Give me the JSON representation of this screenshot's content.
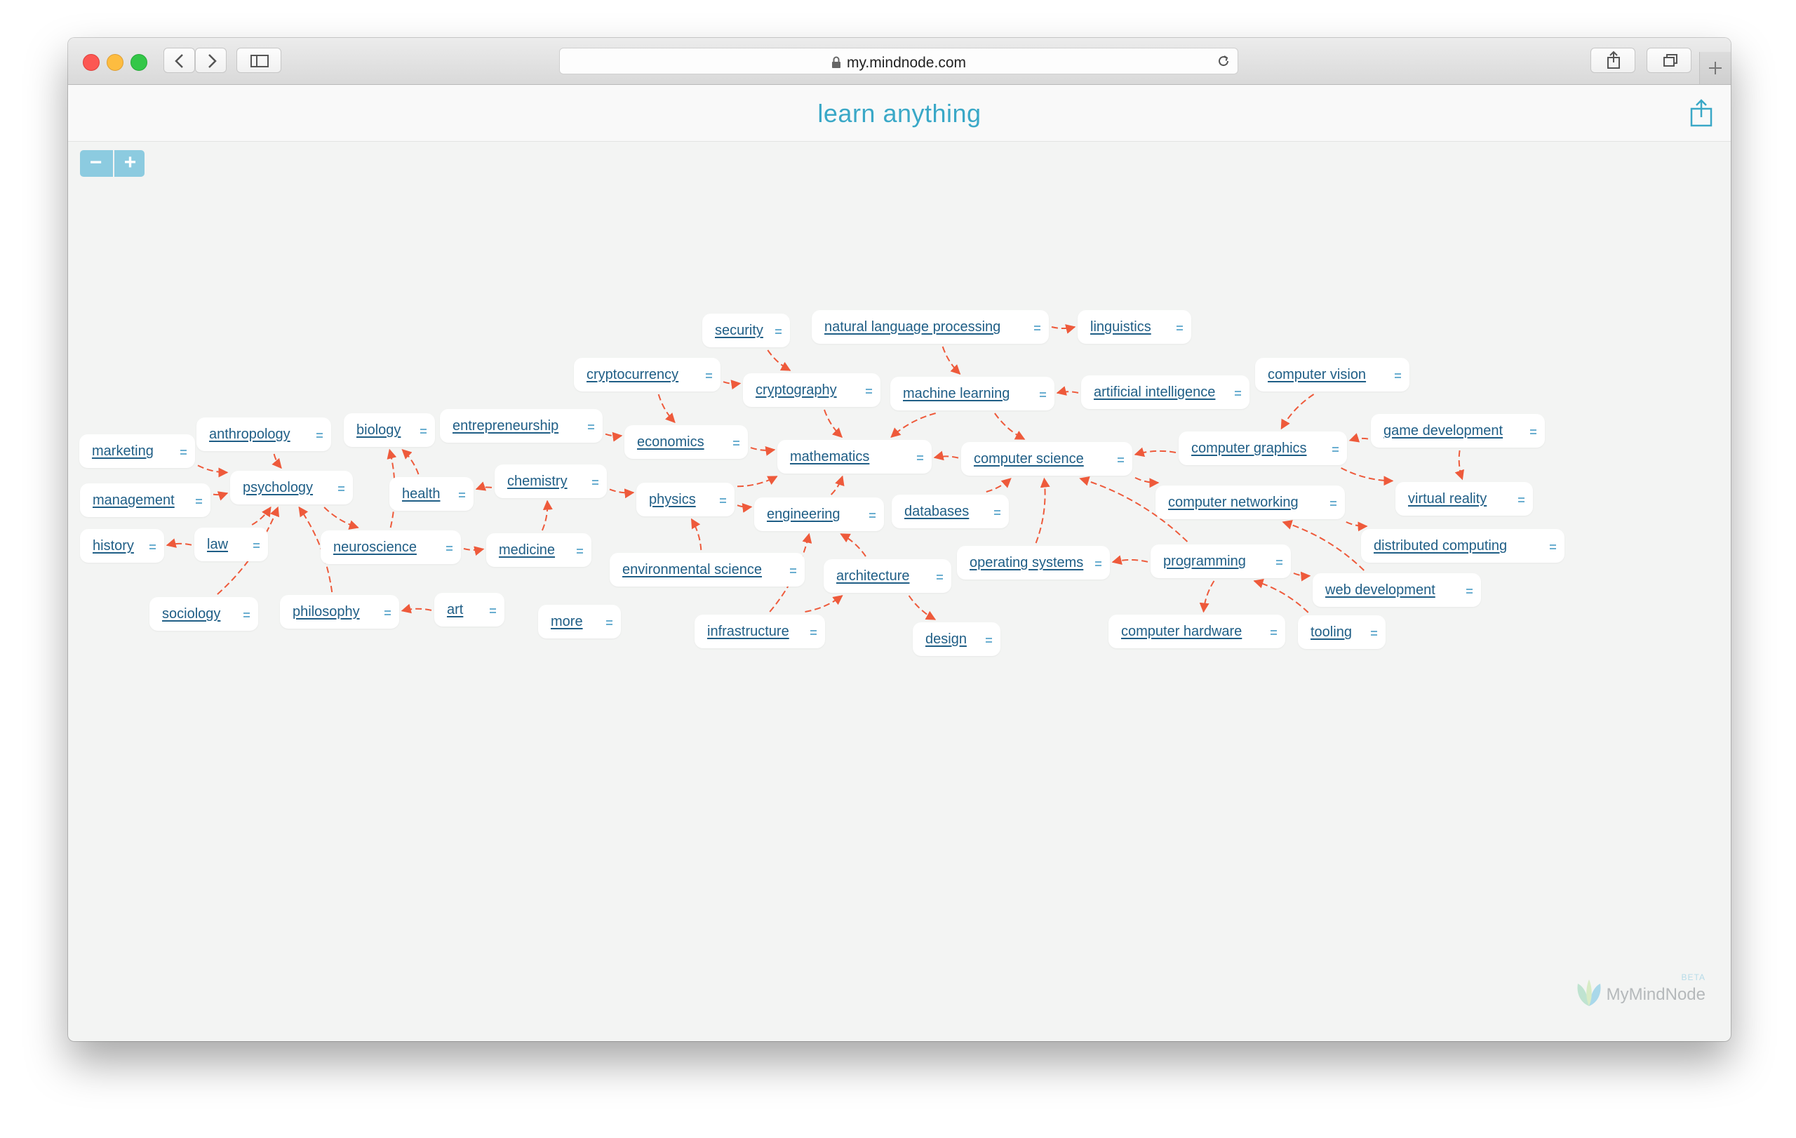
{
  "browser": {
    "url": "my.mindnode.com",
    "icons": [
      "back-icon",
      "forward-icon",
      "sidebar-icon",
      "lock-icon",
      "reload-icon",
      "share-icon",
      "tabs-icon",
      "add-tab-icon"
    ]
  },
  "app": {
    "title": "learn anything",
    "zoom_out_label": "−",
    "zoom_in_label": "+",
    "logo_text": "MyMindNode",
    "logo_badge": "BETA"
  },
  "colors": {
    "accent": "#3aa8c7",
    "edge": "#ee5a3b",
    "node_text": "#1f5e86",
    "canvas": "#f3f4f3"
  },
  "nodes": [
    {
      "id": "security",
      "label": "security"
    },
    {
      "id": "nlp",
      "label": "natural language processing"
    },
    {
      "id": "linguistics",
      "label": "linguistics"
    },
    {
      "id": "cryptocurrency",
      "label": "cryptocurrency"
    },
    {
      "id": "cryptography",
      "label": "cryptography"
    },
    {
      "id": "machine_learning",
      "label": "machine learning"
    },
    {
      "id": "artificial_intelligence",
      "label": "artificial intelligence"
    },
    {
      "id": "computer_vision",
      "label": "computer vision"
    },
    {
      "id": "anthropology",
      "label": "anthropology"
    },
    {
      "id": "biology",
      "label": "biology"
    },
    {
      "id": "entrepreneurship",
      "label": "entrepreneurship"
    },
    {
      "id": "economics",
      "label": "economics"
    },
    {
      "id": "mathematics",
      "label": "mathematics"
    },
    {
      "id": "computer_science",
      "label": "computer science"
    },
    {
      "id": "computer_graphics",
      "label": "computer graphics"
    },
    {
      "id": "game_development",
      "label": "game development"
    },
    {
      "id": "marketing",
      "label": "marketing"
    },
    {
      "id": "psychology",
      "label": "psychology"
    },
    {
      "id": "health",
      "label": "health"
    },
    {
      "id": "chemistry",
      "label": "chemistry"
    },
    {
      "id": "physics",
      "label": "physics"
    },
    {
      "id": "engineering",
      "label": "engineering"
    },
    {
      "id": "databases",
      "label": "databases"
    },
    {
      "id": "computer_networking",
      "label": "computer networking"
    },
    {
      "id": "virtual_reality",
      "label": "virtual reality"
    },
    {
      "id": "management",
      "label": "management"
    },
    {
      "id": "history",
      "label": "history"
    },
    {
      "id": "law",
      "label": "law"
    },
    {
      "id": "neuroscience",
      "label": "neuroscience"
    },
    {
      "id": "medicine",
      "label": "medicine"
    },
    {
      "id": "environmental_science",
      "label": "environmental science"
    },
    {
      "id": "architecture",
      "label": "architecture"
    },
    {
      "id": "operating_systems",
      "label": "operating systems"
    },
    {
      "id": "programming",
      "label": "programming"
    },
    {
      "id": "distributed_computing",
      "label": "distributed computing"
    },
    {
      "id": "web_development",
      "label": "web development"
    },
    {
      "id": "sociology",
      "label": "sociology"
    },
    {
      "id": "philosophy",
      "label": "philosophy"
    },
    {
      "id": "art",
      "label": "art"
    },
    {
      "id": "more",
      "label": "more"
    },
    {
      "id": "infrastructure",
      "label": "infrastructure"
    },
    {
      "id": "design",
      "label": "design"
    },
    {
      "id": "computer_hardware",
      "label": "computer hardware"
    },
    {
      "id": "tooling",
      "label": "tooling"
    }
  ],
  "edges": [
    [
      "security",
      "cryptography"
    ],
    [
      "nlp",
      "linguistics"
    ],
    [
      "nlp",
      "machine_learning"
    ],
    [
      "cryptocurrency",
      "cryptography"
    ],
    [
      "cryptocurrency",
      "economics"
    ],
    [
      "cryptography",
      "mathematics"
    ],
    [
      "machine_learning",
      "mathematics"
    ],
    [
      "machine_learning",
      "computer_science"
    ],
    [
      "artificial_intelligence",
      "machine_learning"
    ],
    [
      "computer_vision",
      "computer_graphics"
    ],
    [
      "entrepreneurship",
      "economics"
    ],
    [
      "economics",
      "mathematics"
    ],
    [
      "computer_science",
      "mathematics"
    ],
    [
      "computer_graphics",
      "computer_science"
    ],
    [
      "game_development",
      "computer_graphics"
    ],
    [
      "game_development",
      "virtual_reality"
    ],
    [
      "computer_graphics",
      "virtual_reality"
    ],
    [
      "computer_science",
      "computer_networking"
    ],
    [
      "marketing",
      "psychology"
    ],
    [
      "anthropology",
      "psychology"
    ],
    [
      "management",
      "psychology"
    ],
    [
      "psychology",
      "neuroscience"
    ],
    [
      "neuroscience",
      "biology"
    ],
    [
      "health",
      "biology"
    ],
    [
      "chemistry",
      "health"
    ],
    [
      "chemistry",
      "physics"
    ],
    [
      "physics",
      "mathematics"
    ],
    [
      "physics",
      "engineering"
    ],
    [
      "engineering",
      "mathematics"
    ],
    [
      "databases",
      "computer_science"
    ],
    [
      "computer_networking",
      "distributed_computing"
    ],
    [
      "law",
      "history"
    ],
    [
      "law",
      "psychology"
    ],
    [
      "neuroscience",
      "medicine"
    ],
    [
      "medicine",
      "chemistry"
    ],
    [
      "environmental_science",
      "physics"
    ],
    [
      "architecture",
      "engineering"
    ],
    [
      "architecture",
      "design"
    ],
    [
      "operating_systems",
      "computer_science"
    ],
    [
      "programming",
      "operating_systems"
    ],
    [
      "programming",
      "computer_science"
    ],
    [
      "programming",
      "web_development"
    ],
    [
      "programming",
      "computer_hardware"
    ],
    [
      "web_development",
      "computer_networking"
    ],
    [
      "tooling",
      "programming"
    ],
    [
      "sociology",
      "psychology"
    ],
    [
      "philosophy",
      "psychology"
    ],
    [
      "art",
      "philosophy"
    ],
    [
      "infrastructure",
      "engineering"
    ],
    [
      "infrastructure",
      "architecture"
    ]
  ]
}
